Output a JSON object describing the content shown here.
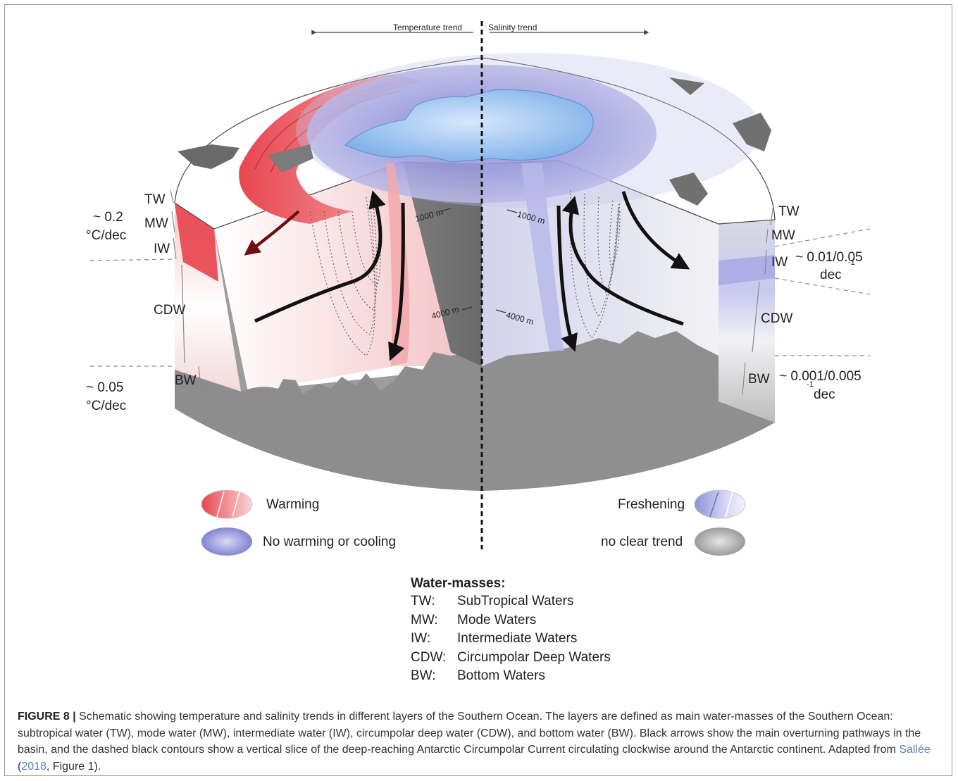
{
  "top": {
    "left_trend": "Temperature trend",
    "right_trend": "Salinity trend"
  },
  "left_layers": {
    "tw": "TW",
    "mw": "MW",
    "iw": "IW",
    "cdw": "CDW",
    "bw": "BW"
  },
  "right_layers": {
    "tw": "TW",
    "mw": "MW",
    "iw": "IW",
    "cdw": "CDW",
    "bw": "BW"
  },
  "left_rates": {
    "upper_value": "~ 0.2",
    "upper_unit": "°C/dec",
    "lower_value": "~ 0.05",
    "lower_unit": "°C/dec"
  },
  "right_rates": {
    "upper_value": "~ 0.01/0.05",
    "upper_unit": "dec",
    "upper_exp": "-1",
    "lower_value": "~ 0.001/0.005",
    "lower_unit": "dec",
    "lower_exp": "-1"
  },
  "depths": {
    "left_1000": "1000 m",
    "left_4000": "4000 m",
    "right_1000": "1000 m",
    "right_4000": "4000 m"
  },
  "legend": {
    "warming": "Warming",
    "no_warming": "No warming or cooling",
    "freshening": "Freshening",
    "no_trend": "no clear trend"
  },
  "water_masses": {
    "title": "Water-masses:",
    "items": [
      {
        "code": "TW:",
        "name": "SubTropical Waters"
      },
      {
        "code": "MW:",
        "name": "Mode Waters"
      },
      {
        "code": "IW:",
        "name": "Intermediate Waters"
      },
      {
        "code": "CDW:",
        "name": "Circumpolar Deep Waters"
      },
      {
        "code": "BW:",
        "name": "Bottom Waters"
      }
    ]
  },
  "caption": {
    "label": "FIGURE 8 |",
    "text": " Schematic showing temperature and salinity trends in different layers of the Southern Ocean. The layers are defined as main water-masses of the Southern Ocean: subtropical water (TW), mode water (MW), intermediate water (IW), circumpolar deep water (CDW), and bottom water (BW). Black arrows show the main overturning pathways in the basin, and the dashed black contours show a vertical slice of the deep-reaching Antarctic Circumpolar Current circulating clockwise around the Antarctic continent. Adapted from ",
    "ref_author": "Sallée",
    "ref_open": " (",
    "ref_year": "2018",
    "ref_rest": ", Figure 1)."
  },
  "colors": {
    "warming": "#e8464f",
    "cooling": "#8f8fd6",
    "grey": "#8a8a8a",
    "ice": "#9ec4f0"
  }
}
